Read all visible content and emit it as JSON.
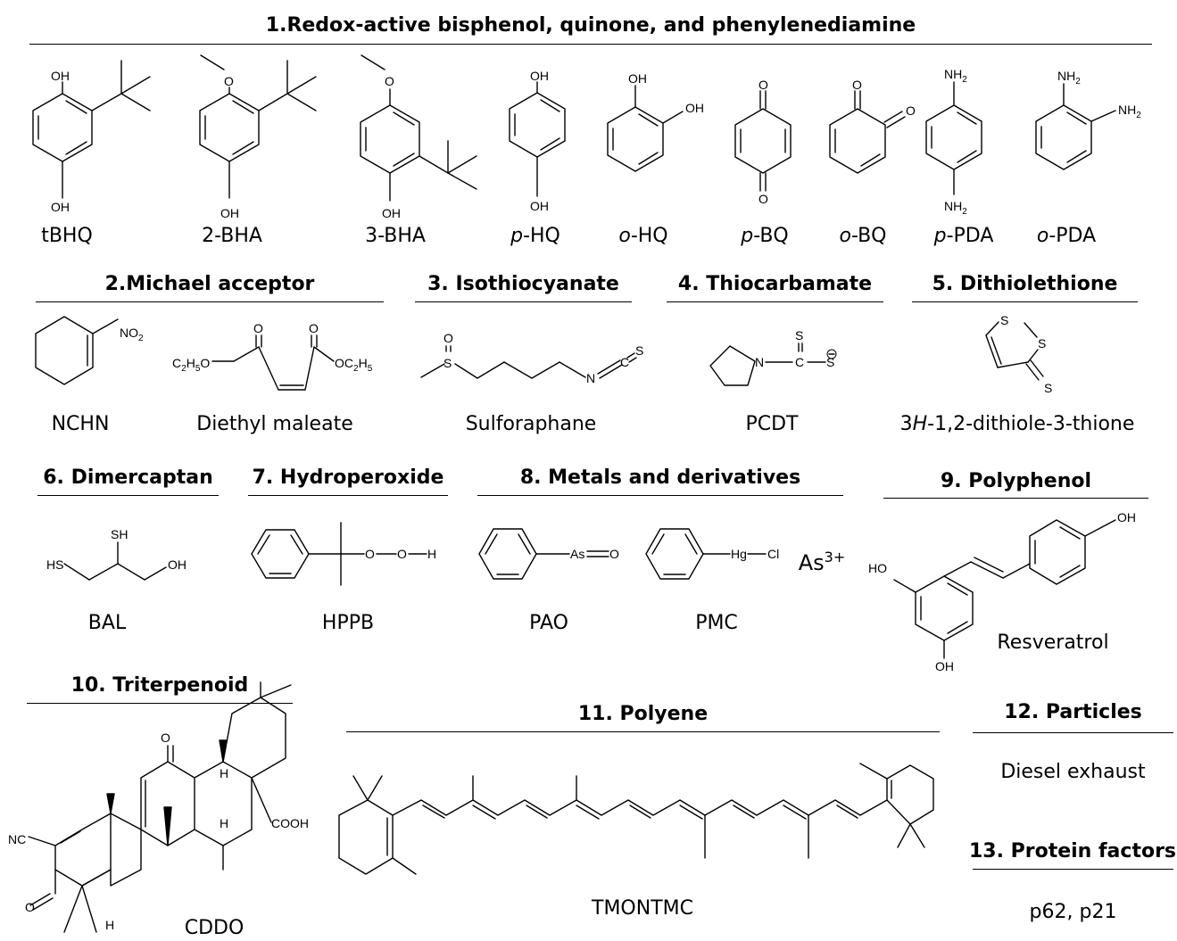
{
  "sections": [
    {
      "id": "s1",
      "title": "1.Redox-active bisphenol, quinone, and phenylenediamine"
    },
    {
      "id": "s2",
      "title": "2.Michael acceptor"
    },
    {
      "id": "s3",
      "title": "3. Isothiocyanate"
    },
    {
      "id": "s4",
      "title": "4. Thiocarbamate"
    },
    {
      "id": "s5",
      "title": "5. Dithiolethione"
    },
    {
      "id": "s6",
      "title": "6. Dimercaptan"
    },
    {
      "id": "s7",
      "title": "7. Hydroperoxide"
    },
    {
      "id": "s8",
      "title": "8. Metals and derivatives"
    },
    {
      "id": "s9",
      "title": "9. Polyphenol"
    },
    {
      "id": "s10",
      "title": "10. Triterpenoid"
    },
    {
      "id": "s11",
      "title": "11. Polyene"
    },
    {
      "id": "s12",
      "title": "12. Particles"
    },
    {
      "id": "s13",
      "title": "13. Protein factors"
    }
  ],
  "compounds": {
    "tbhq": "tBHQ",
    "bha2": "2-BHA",
    "bha3": "3-BHA",
    "phq": {
      "prefix": "p",
      "rest": "-HQ"
    },
    "ohq": {
      "prefix": "o",
      "rest": "-HQ"
    },
    "pbq": {
      "prefix": "p",
      "rest": "-BQ"
    },
    "obq": {
      "prefix": "o",
      "rest": "-BQ"
    },
    "ppda": {
      "prefix": "p",
      "rest": "-PDA"
    },
    "opda": {
      "prefix": "o",
      "rest": "-PDA"
    },
    "nchn": "NCHN",
    "dem": "Diethyl maleate",
    "sfn": "Sulforaphane",
    "pcdt": "PCDT",
    "dtt": {
      "pre": "3",
      "ital": "H",
      "rest": "-1,2-dithiole-3-thione"
    },
    "bal": "BAL",
    "hppb": "HPPB",
    "pao": "PAO",
    "pmc": "PMC",
    "as3": {
      "base": "As",
      "sup": "3+"
    },
    "res": "Resveratrol",
    "cddo": "CDDO",
    "tmontmc": "TMONTMC",
    "diesel": "Diesel exhaust",
    "protein": "p62, p21"
  },
  "atoms": {
    "oh": "OH",
    "o": "O",
    "nh2": "NH",
    "sub2": "2",
    "no2": "NO",
    "c2h5o": "C",
    "h5": "H",
    "oc2h5": "OC",
    "s": "S",
    "n": "N",
    "c": "C",
    "sh": "SH",
    "hs": "HS",
    "h": "H",
    "as": "As",
    "hg": "Hg",
    "cl": "Cl",
    "ho": "HO",
    "nc": "NC",
    "cooh": "COOH"
  }
}
